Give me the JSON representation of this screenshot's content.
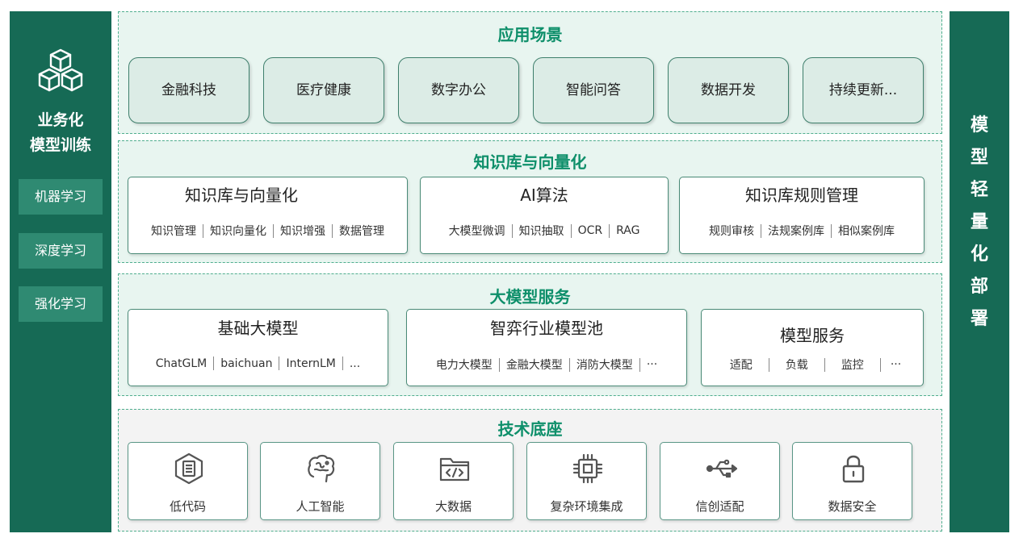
{
  "left_panel": {
    "title_line1": "业务化",
    "title_line2": "模型训练",
    "items": [
      "机器学习",
      "深度学习",
      "强化学习"
    ]
  },
  "right_panel": {
    "title_chars": [
      "模",
      "型",
      "轻",
      "量",
      "化",
      "部",
      "署"
    ]
  },
  "sections": {
    "scenarios": {
      "title": "应用场景",
      "items": [
        "金融科技",
        "医疗健康",
        "数字办公",
        "智能问答",
        "数据开发",
        "持续更新..."
      ]
    },
    "knowledge": {
      "title": "知识库与向量化",
      "cards": [
        {
          "title": "知识库与向量化",
          "tags": [
            "知识管理",
            "知识向量化",
            "知识增强",
            "数据管理"
          ]
        },
        {
          "title": "AI算法",
          "tags": [
            "大模型微调",
            "知识抽取",
            "OCR",
            "RAG"
          ]
        },
        {
          "title": "知识库规则管理",
          "tags": [
            "规则审核",
            "法规案例库",
            "相似案例库"
          ]
        }
      ]
    },
    "model_service": {
      "title": "大模型服务",
      "cards": [
        {
          "title": "基础大模型",
          "tags": [
            "ChatGLM",
            "baichuan",
            "InternLM",
            "..."
          ]
        },
        {
          "title": "智弈行业模型池",
          "tags": [
            "电力大模型",
            "金融大模型",
            "消防大模型",
            "···"
          ]
        },
        {
          "title": "模型服务",
          "tags": [
            "适配",
            "负载",
            "监控",
            "···"
          ]
        }
      ]
    },
    "tech_base": {
      "title": "技术底座",
      "items": [
        {
          "label": "低代码",
          "icon": "low-code-icon"
        },
        {
          "label": "人工智能",
          "icon": "brain-icon"
        },
        {
          "label": "大数据",
          "icon": "code-folder-icon"
        },
        {
          "label": "复杂环境集成",
          "icon": "chip-icon"
        },
        {
          "label": "信创适配",
          "icon": "usb-icon"
        },
        {
          "label": "数据安全",
          "icon": "lock-icon"
        }
      ]
    }
  },
  "colors": {
    "dark_green": "#166a55",
    "light_green_button": "#2f8a72",
    "title_green": "#0e8f6a",
    "section_bg": "#e8f5f0",
    "tech_bg": "#f3f3f3",
    "icon_gray": "#555555"
  }
}
